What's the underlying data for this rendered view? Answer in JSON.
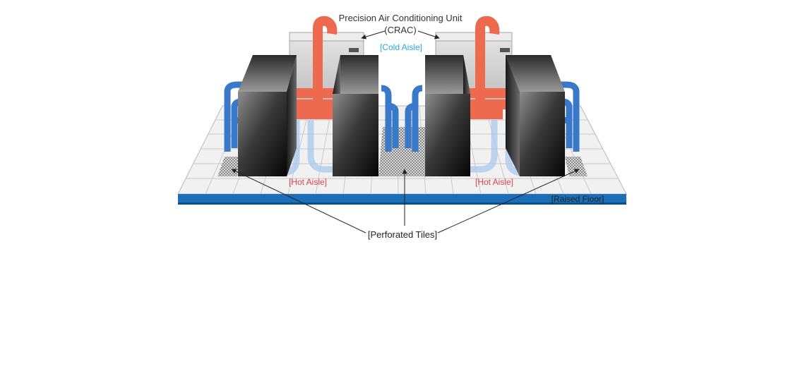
{
  "labels": {
    "crac_line1": "Precision Air Conditioning Unit",
    "crac_line2": "(CRAC)",
    "cold_aisle": "[Cold Aisle]",
    "hot_aisle_left": "[Hot Aisle]",
    "hot_aisle_right": "[Hot Aisle]",
    "raised_floor": "[Raised Floor]",
    "perforated_tiles": "[Perforated Tiles]"
  },
  "colors": {
    "cold_air": "#3a78c9",
    "hot_air": "#ee6a4f",
    "hot_label": "#e0424a",
    "cold_label": "#27a9e1",
    "raised_floor_band": "#1a6fb8",
    "floor": "#f1f1f1",
    "grid": "#c9c9c9",
    "crac_unit": "#d2d2d2"
  }
}
